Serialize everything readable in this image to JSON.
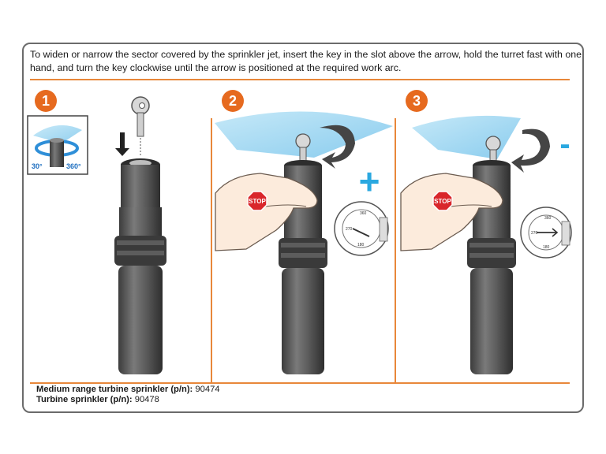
{
  "instruction": "To widen or narrow the sector covered by the sprinkler jet, insert the key in the slot above the arrow, hold the turret fast with one hand, and turn the key clockwise until the arrow is positioned at the required work arc.",
  "steps": [
    {
      "number": "1"
    },
    {
      "number": "2",
      "symbol": "+",
      "stop_label": "STOP"
    },
    {
      "number": "3",
      "symbol": "-",
      "stop_label": "STOP"
    }
  ],
  "inset": {
    "arc_min": "30°",
    "arc_max": "360°"
  },
  "dial": {
    "labels": [
      "360",
      "270",
      "180"
    ]
  },
  "products": [
    {
      "label": "Medium range turbine sprinkler (p/n):",
      "part_number": "90474"
    },
    {
      "label": "Turbine sprinkler (p/n):",
      "part_number": "90478"
    }
  ],
  "colors": {
    "accent": "#e8873a",
    "step_badge": "#e66a1f",
    "water": "#8fd0ef",
    "plus_minus": "#2aa8e0",
    "stop": "#d9262b",
    "body": "#5a5a5a"
  }
}
